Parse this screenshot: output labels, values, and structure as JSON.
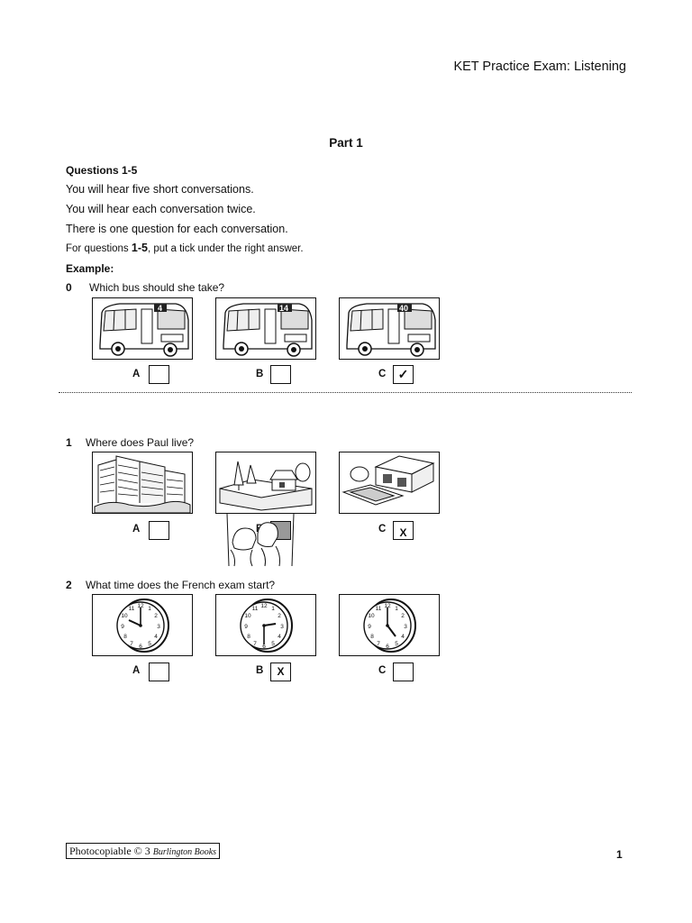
{
  "header": {
    "title": "KET Practice Exam: Listening"
  },
  "part": {
    "title": "Part 1"
  },
  "questions_heading": "Questions 1-5",
  "instructions": [
    "You will hear five short conversations.",
    "You will hear each conversation twice.",
    "There is one question for each conversation."
  ],
  "tick_instruction": {
    "before": "For questions ",
    "bold": "1-5",
    "after": ", put a tick under the right answer."
  },
  "example_label": "Example:",
  "example": {
    "number": "0",
    "text": "Which bus should she take?",
    "options": [
      {
        "label": "A",
        "image": "bus-icon",
        "bus_number": "4",
        "mark": ""
      },
      {
        "label": "B",
        "image": "bus-icon",
        "bus_number": "14",
        "mark": ""
      },
      {
        "label": "C",
        "image": "bus-icon",
        "bus_number": "40",
        "mark": "✓"
      }
    ]
  },
  "q1": {
    "number": "1",
    "text": "Where does Paul live?",
    "options": [
      {
        "label": "A",
        "image": "apartment-buildings-icon",
        "mark": ""
      },
      {
        "label": "B",
        "image": "house-with-trees-icon",
        "mark": ""
      },
      {
        "label": "C",
        "image": "house-with-pool-icon",
        "mark": "X"
      }
    ]
  },
  "q2": {
    "number": "2",
    "text": "What time does the French exam start?",
    "options": [
      {
        "label": "A",
        "image": "clock-icon",
        "mark": ""
      },
      {
        "label": "B",
        "image": "clock-icon",
        "mark": "X"
      },
      {
        "label": "C",
        "image": "clock-icon",
        "mark": ""
      }
    ]
  },
  "footer": {
    "photocopiable": "Photocopiable",
    "copyright": "© 3",
    "publisher": "Burlington Books"
  },
  "page_number": "1"
}
